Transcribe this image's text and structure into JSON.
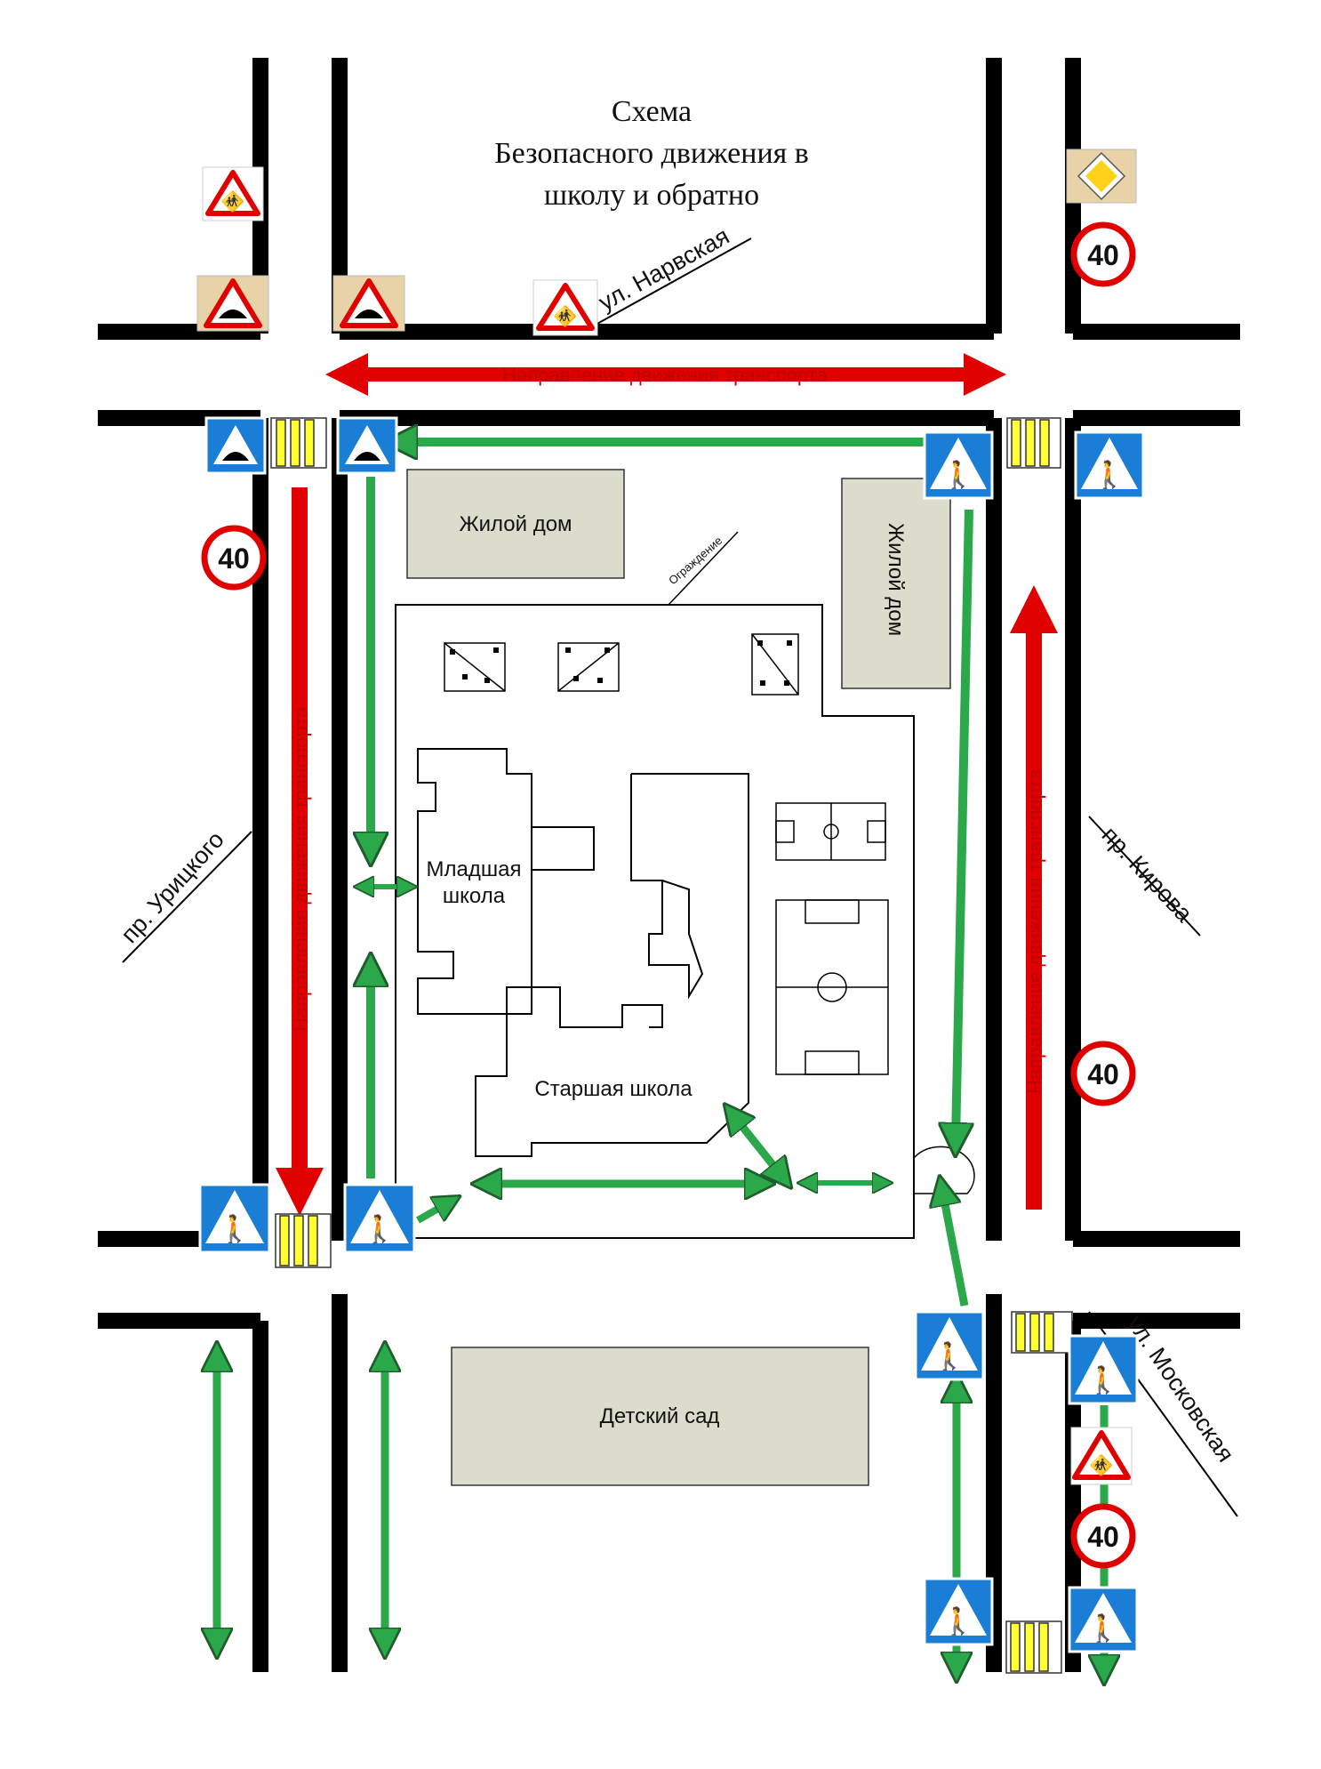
{
  "title": {
    "line1": "Схема",
    "line2": "Безопасного движения в",
    "line3": "школу и обратно"
  },
  "streets": {
    "north": "ул. Нарвская",
    "west": "пр. Урицкого",
    "east": "пр. Кирова",
    "southeast": "ул. Московская"
  },
  "traffic_direction": {
    "horizontal": "Направление движения транспорта",
    "west_vertical": "Направление движения транспорта",
    "east_vertical": "Направление движения транспорта"
  },
  "buildings": {
    "residential_1": "Жилой дом",
    "residential_2": "Жилой дом",
    "junior_school": [
      "Младшая",
      "школа"
    ],
    "senior_school": "Старшая школа",
    "kindergarten": "Детский сад",
    "fence": "Ограждение"
  },
  "speed_limit": "40",
  "colors": {
    "road": "#000000",
    "route_arrow": "#2aa84a",
    "traffic_arrow": "#e00000",
    "building_fill": "#dcdccc",
    "crosswalk_stripe": "#ffff33",
    "sign_blue": "#1a7ed6",
    "sign_red": "#e00000"
  },
  "signs": {
    "types": [
      "children-warning-sign",
      "speed-bump-sign",
      "pedestrian-crossing-sign",
      "priority-road-sign",
      "speed-limit-sign"
    ]
  }
}
